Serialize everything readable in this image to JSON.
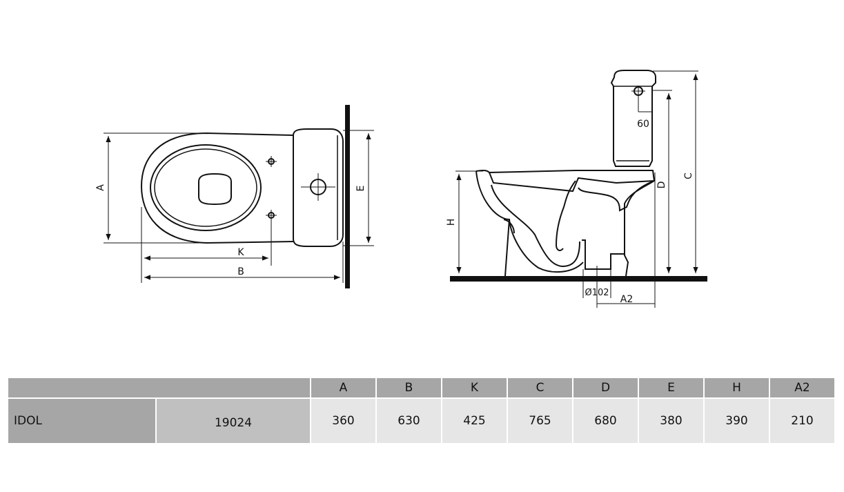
{
  "drawing": {
    "top_view": {
      "dim_A": "A",
      "dim_K": "K",
      "dim_B": "B",
      "dim_E": "E"
    },
    "side_view": {
      "dim_60": "60",
      "dim_D": "D",
      "dim_C": "C",
      "dim_H": "H",
      "dim_pipe": "Ø102",
      "dim_A2": "A2"
    }
  },
  "spec_table": {
    "headers": [
      "A",
      "B",
      "K",
      "C",
      "D",
      "E",
      "H",
      "A2"
    ],
    "rows": [
      {
        "name": "IDOL",
        "code": "19024",
        "values": [
          "360",
          "630",
          "425",
          "765",
          "680",
          "380",
          "390",
          "210"
        ]
      }
    ]
  }
}
